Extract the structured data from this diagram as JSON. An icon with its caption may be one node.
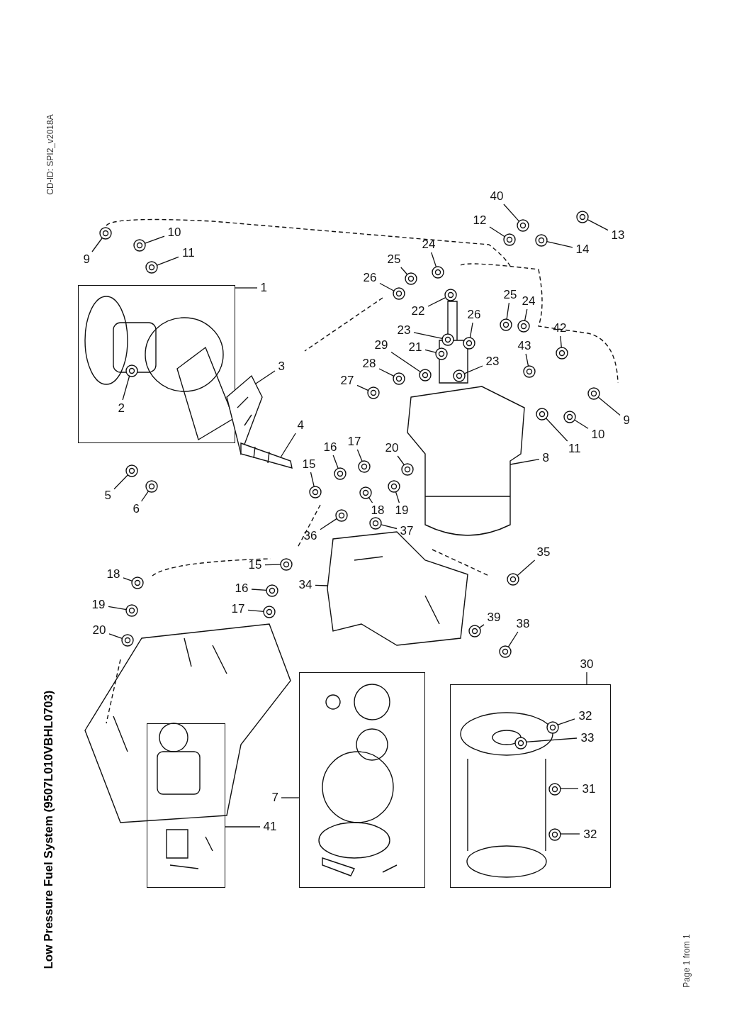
{
  "diagram": {
    "title": "Low Pressure Fuel System (9507L010VBHL0703)",
    "nodes": [
      {
        "text": [
          "9"
        ]
      },
      {
        "text": [
          "10"
        ]
      },
      {
        "text": [
          "11"
        ]
      },
      {
        "text": [
          "40"
        ]
      },
      {
        "text": [
          "12"
        ]
      },
      {
        "text": [
          "13"
        ]
      },
      {
        "text": [
          "14"
        ]
      },
      {
        "text": [
          "24"
        ]
      },
      {
        "text": [
          "25"
        ]
      },
      {
        "text": [
          "26"
        ]
      },
      {
        "text": [],
        "shape": "box"
      },
      {
        "text": [
          "1"
        ]
      },
      {
        "text": [
          "2"
        ],
        "in": 10
      },
      {
        "text": [
          "22"
        ]
      },
      {
        "text": [
          "25"
        ]
      },
      {
        "text": [
          "24"
        ]
      },
      {
        "text": [
          "26"
        ]
      },
      {
        "text": [
          "42"
        ]
      },
      {
        "text": [
          "23"
        ]
      },
      {
        "text": [
          "29"
        ]
      },
      {
        "text": [
          "21"
        ]
      },
      {
        "text": [
          "43"
        ]
      },
      {
        "text": [
          "23"
        ]
      },
      {
        "text": [
          "28"
        ]
      },
      {
        "text": [
          "3"
        ]
      },
      {
        "text": [
          "27"
        ]
      },
      {
        "text": [
          "9"
        ]
      },
      {
        "text": [
          "4"
        ]
      },
      {
        "text": [
          "10"
        ]
      },
      {
        "text": [
          "17"
        ]
      },
      {
        "text": [
          "16"
        ]
      },
      {
        "text": [
          "20"
        ]
      },
      {
        "text": [
          "11"
        ]
      },
      {
        "text": [
          "8"
        ]
      },
      {
        "text": [
          "15"
        ]
      },
      {
        "text": [
          "5"
        ]
      },
      {
        "text": [
          "6"
        ]
      },
      {
        "text": [
          "18"
        ]
      },
      {
        "text": [
          "19"
        ]
      },
      {
        "text": [
          "37"
        ]
      },
      {
        "text": [
          "36"
        ]
      },
      {
        "text": [
          "35"
        ]
      },
      {
        "text": [
          "15"
        ]
      },
      {
        "text": [
          "18"
        ]
      },
      {
        "text": [
          "34"
        ]
      },
      {
        "text": [
          "16"
        ]
      },
      {
        "text": [
          "19"
        ]
      },
      {
        "text": [
          "17"
        ]
      },
      {
        "text": [
          "39"
        ]
      },
      {
        "text": [
          "38"
        ]
      },
      {
        "text": [
          "20"
        ]
      },
      {
        "text": [
          "30"
        ]
      },
      {
        "text": [],
        "shape": "box"
      },
      {
        "text": [],
        "shape": "box"
      },
      {
        "text": [
          "32"
        ],
        "in": 53
      },
      {
        "text": [
          "33"
        ],
        "in": 53
      },
      {
        "text": [],
        "shape": "box"
      },
      {
        "text": [
          "31"
        ],
        "in": 53
      },
      {
        "text": [
          "7"
        ]
      },
      {
        "text": [
          "41"
        ]
      },
      {
        "text": [
          "32"
        ],
        "in": 53
      },
      {
        "text": [],
        "shape": "picture"
      },
      {
        "text": [],
        "shape": "picture"
      },
      {
        "text": [],
        "shape": "picture"
      },
      {
        "text": [],
        "shape": "picture"
      },
      {
        "text": [],
        "shape": "picture"
      },
      {
        "text": [],
        "shape": "picture"
      },
      {
        "text": [],
        "shape": "picture"
      },
      {
        "text": [],
        "shape": "picture"
      },
      {
        "text": [],
        "shape": "picture"
      },
      {
        "text": [],
        "shape": "picture"
      },
      {
        "text": [],
        "shape": "picture"
      },
      {
        "text": [],
        "shape": "picture"
      },
      {
        "text": [],
        "shape": "picture"
      },
      {
        "text": [],
        "shape": "picture"
      },
      {
        "text": [],
        "shape": "picture"
      },
      {
        "text": [],
        "shape": "picture"
      },
      {
        "text": [],
        "shape": "picture"
      },
      {
        "text": [],
        "shape": "picture"
      },
      {
        "text": [],
        "shape": "picture"
      },
      {
        "text": [],
        "shape": "picture"
      },
      {
        "text": [],
        "shape": "picture",
        "in": 10
      },
      {
        "text": [],
        "shape": "picture"
      },
      {
        "text": [],
        "shape": "picture"
      },
      {
        "text": [],
        "shape": "picture"
      },
      {
        "text": [],
        "shape": "picture"
      },
      {
        "text": [],
        "shape": "picture"
      },
      {
        "text": [],
        "shape": "picture"
      },
      {
        "text": [],
        "shape": "picture"
      },
      {
        "text": [],
        "shape": "picture"
      },
      {
        "text": [],
        "shape": "picture"
      },
      {
        "text": [],
        "shape": "picture"
      },
      {
        "text": [],
        "shape": "picture"
      },
      {
        "text": [],
        "shape": "picture"
      },
      {
        "text": [],
        "shape": "picture"
      },
      {
        "text": [],
        "shape": "picture"
      },
      {
        "text": [],
        "shape": "picture"
      },
      {
        "text": [],
        "shape": "picture"
      },
      {
        "text": [],
        "shape": "picture"
      },
      {
        "text": [],
        "shape": "picture"
      },
      {
        "text": [],
        "shape": "picture"
      },
      {
        "text": [],
        "shape": "picture"
      },
      {
        "text": [],
        "shape": "picture"
      },
      {
        "text": [],
        "shape": "picture"
      },
      {
        "text": [],
        "shape": "picture"
      },
      {
        "text": [],
        "shape": "picture"
      },
      {
        "text": [],
        "shape": "picture"
      },
      {
        "text": [],
        "shape": "picture"
      },
      {
        "text": [],
        "shape": "picture"
      },
      {
        "text": [],
        "shape": "picture"
      },
      {
        "text": [],
        "shape": "picture",
        "in": 53
      },
      {
        "text": [],
        "shape": "picture",
        "in": 53
      },
      {
        "text": [],
        "shape": "picture",
        "in": 53
      },
      {
        "text": [],
        "shape": "picture",
        "in": 53
      }
    ],
    "edges": [
      {
        "from": 0,
        "to": 64,
        "arrow": "none"
      },
      {
        "from": 1,
        "to": 66,
        "arrow": "none"
      },
      {
        "from": 2,
        "to": 67,
        "arrow": "none"
      },
      {
        "from": 3,
        "to": 61,
        "arrow": "none"
      },
      {
        "from": 4,
        "to": 63,
        "arrow": "none"
      },
      {
        "from": 5,
        "to": 62,
        "arrow": "none"
      },
      {
        "from": 6,
        "to": 65,
        "arrow": "none"
      },
      {
        "from": 7,
        "to": 68,
        "arrow": "none"
      },
      {
        "from": 8,
        "to": 69,
        "arrow": "none"
      },
      {
        "from": 9,
        "to": 70,
        "arrow": "none"
      },
      {
        "from": 11,
        "to": 10,
        "arrow": "none"
      },
      {
        "from": 12,
        "to": 81,
        "arrow": "none"
      },
      {
        "from": 13,
        "to": 71,
        "arrow": "none"
      },
      {
        "from": 14,
        "to": 72,
        "arrow": "none"
      },
      {
        "from": 15,
        "to": 73,
        "arrow": "none"
      },
      {
        "from": 16,
        "to": 75,
        "arrow": "none"
      },
      {
        "from": 17,
        "to": 76,
        "arrow": "none"
      },
      {
        "from": 18,
        "to": 74,
        "arrow": "none"
      },
      {
        "from": 19,
        "to": 79,
        "arrow": "none"
      },
      {
        "from": 20,
        "to": 77,
        "arrow": "none"
      },
      {
        "from": 21,
        "to": 78,
        "arrow": "none"
      },
      {
        "from": 22,
        "to": 80,
        "arrow": "none"
      },
      {
        "from": 23,
        "to": 83,
        "arrow": "none"
      },
      {
        "from": 24,
        "to": 82,
        "arrow": "none"
      },
      {
        "from": 25,
        "to": 85,
        "arrow": "none"
      },
      {
        "from": 26,
        "to": 86,
        "arrow": "none"
      },
      {
        "from": 27,
        "to": 89,
        "arrow": "none"
      },
      {
        "from": 28,
        "to": 88,
        "arrow": "none"
      },
      {
        "from": 29,
        "to": 90,
        "arrow": "none"
      },
      {
        "from": 30,
        "to": 92,
        "arrow": "none"
      },
      {
        "from": 31,
        "to": 91,
        "arrow": "none"
      },
      {
        "from": 32,
        "to": 87,
        "arrow": "none"
      },
      {
        "from": 33,
        "to": 84,
        "arrow": "none"
      },
      {
        "from": 34,
        "to": 94,
        "arrow": "none"
      },
      {
        "from": 35,
        "to": 93,
        "arrow": "none"
      },
      {
        "from": 36,
        "to": 95,
        "arrow": "none"
      },
      {
        "from": 37,
        "to": 97,
        "arrow": "none"
      },
      {
        "from": 38,
        "to": 96,
        "arrow": "none"
      },
      {
        "from": 39,
        "to": 100,
        "arrow": "none"
      },
      {
        "from": 40,
        "to": 98,
        "arrow": "none"
      },
      {
        "from": 41,
        "to": 102,
        "arrow": "none"
      },
      {
        "from": 42,
        "to": 101,
        "arrow": "none"
      },
      {
        "from": 43,
        "to": 103,
        "arrow": "none"
      },
      {
        "from": 44,
        "to": 99,
        "arrow": "none"
      },
      {
        "from": 45,
        "to": 104,
        "arrow": "none"
      },
      {
        "from": 46,
        "to": 105,
        "arrow": "none"
      },
      {
        "from": 47,
        "to": 106,
        "arrow": "none"
      },
      {
        "from": 48,
        "to": 107,
        "arrow": "none"
      },
      {
        "from": 49,
        "to": 109,
        "arrow": "none"
      },
      {
        "from": 50,
        "to": 108,
        "arrow": "none"
      },
      {
        "from": 51,
        "to": 53,
        "arrow": "none"
      },
      {
        "from": 54,
        "to": 110,
        "arrow": "none"
      },
      {
        "from": 55,
        "to": 111,
        "arrow": "none"
      },
      {
        "from": 57,
        "to": 112,
        "arrow": "none"
      },
      {
        "from": 58,
        "to": 56,
        "arrow": "none"
      },
      {
        "from": 59,
        "to": 52,
        "arrow": "none"
      },
      {
        "from": 60,
        "to": 113,
        "arrow": "none"
      }
    ],
    "labels": [
      "CD-ID: SPI2_v2018A",
      "Page 1 from 1"
    ]
  }
}
